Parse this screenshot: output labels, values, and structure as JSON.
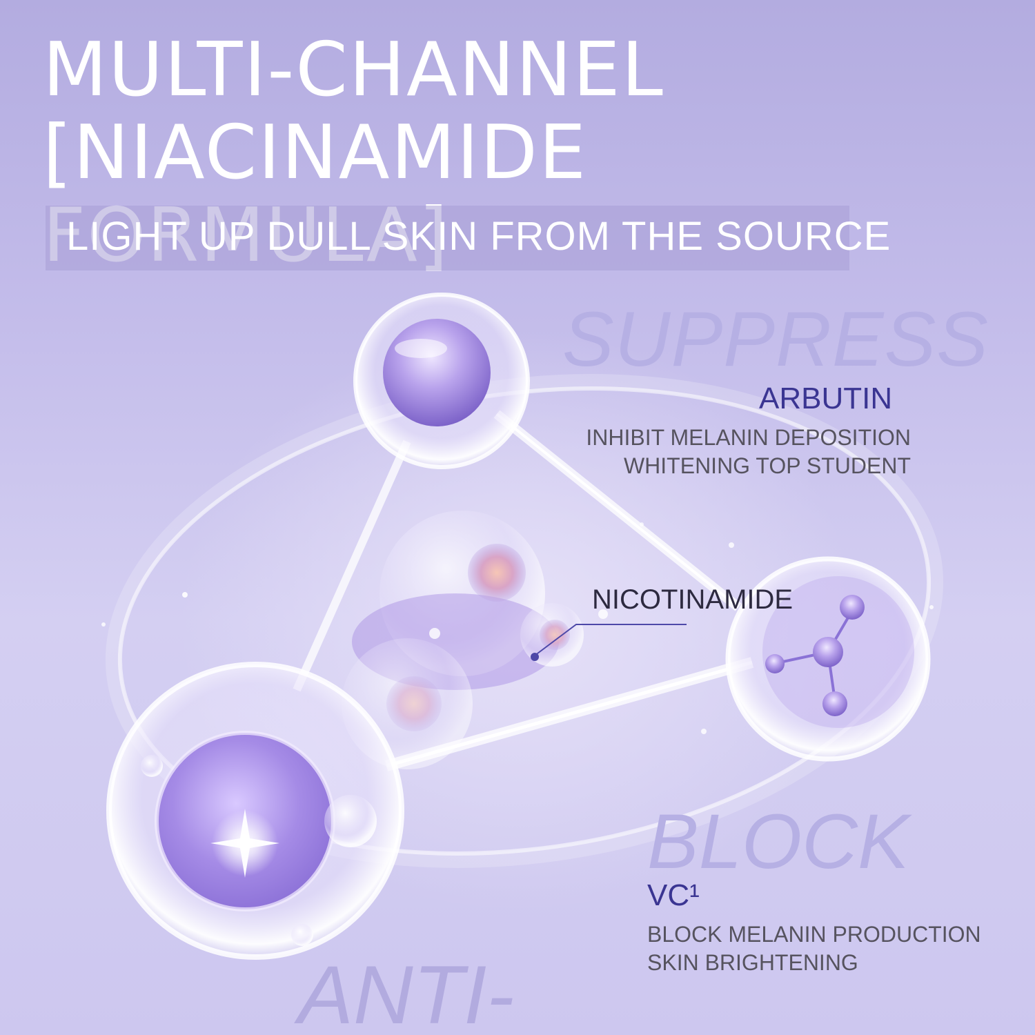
{
  "headline": {
    "line1": "MULTI-CHANNEL",
    "line2": "[NIACINAMIDE FORMULA]"
  },
  "subtitle": "LIGHT UP DULL SKIN FROM THE SOURCE",
  "suppress_section": {
    "keyword": "SUPPRESS",
    "ingredient": "ARBUTIN",
    "description_line1": "INHIBIT MELANIN DEPOSITION",
    "description_line2": "WHITENING TOP STUDENT"
  },
  "center_label": "NICOTINAMIDE",
  "block_section": {
    "keyword": "BLOCK",
    "ingredient": "VC¹",
    "description_line1": "BLOCK MELANIN PRODUCTION",
    "description_line2": "SKIN BRIGHTENING"
  },
  "bottom_keyword": "ANTI-",
  "colors": {
    "background": "#c3bcea",
    "headline_text": "#ffffff",
    "keyword_text": "#b6b0e4",
    "ingredient_text": "#3a3592",
    "description_text": "#56535f",
    "sphere_core": "#9b86e0"
  }
}
